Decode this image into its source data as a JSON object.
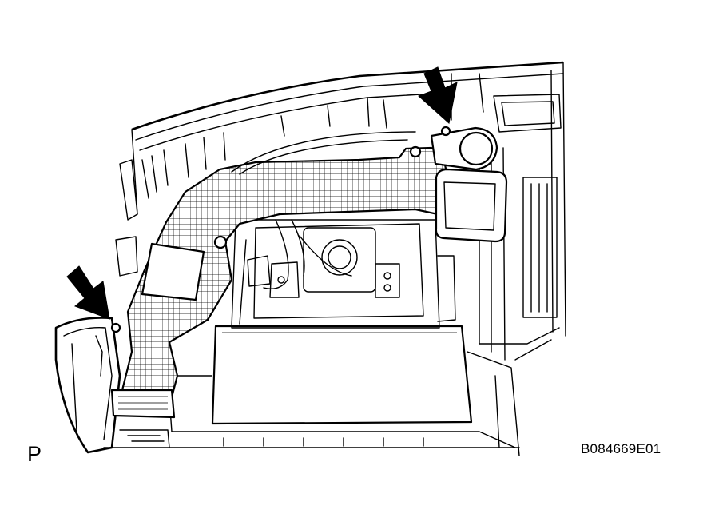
{
  "diagram": {
    "view_label": "P",
    "figure_code": "B084669E01",
    "callouts": [
      {
        "id": "top-right-clip",
        "icon": "arrow-down-right-icon"
      },
      {
        "id": "lower-left-clip",
        "icon": "arrow-down-right-icon"
      }
    ],
    "colors": {
      "ink": "#000000",
      "paper": "#ffffff"
    }
  }
}
